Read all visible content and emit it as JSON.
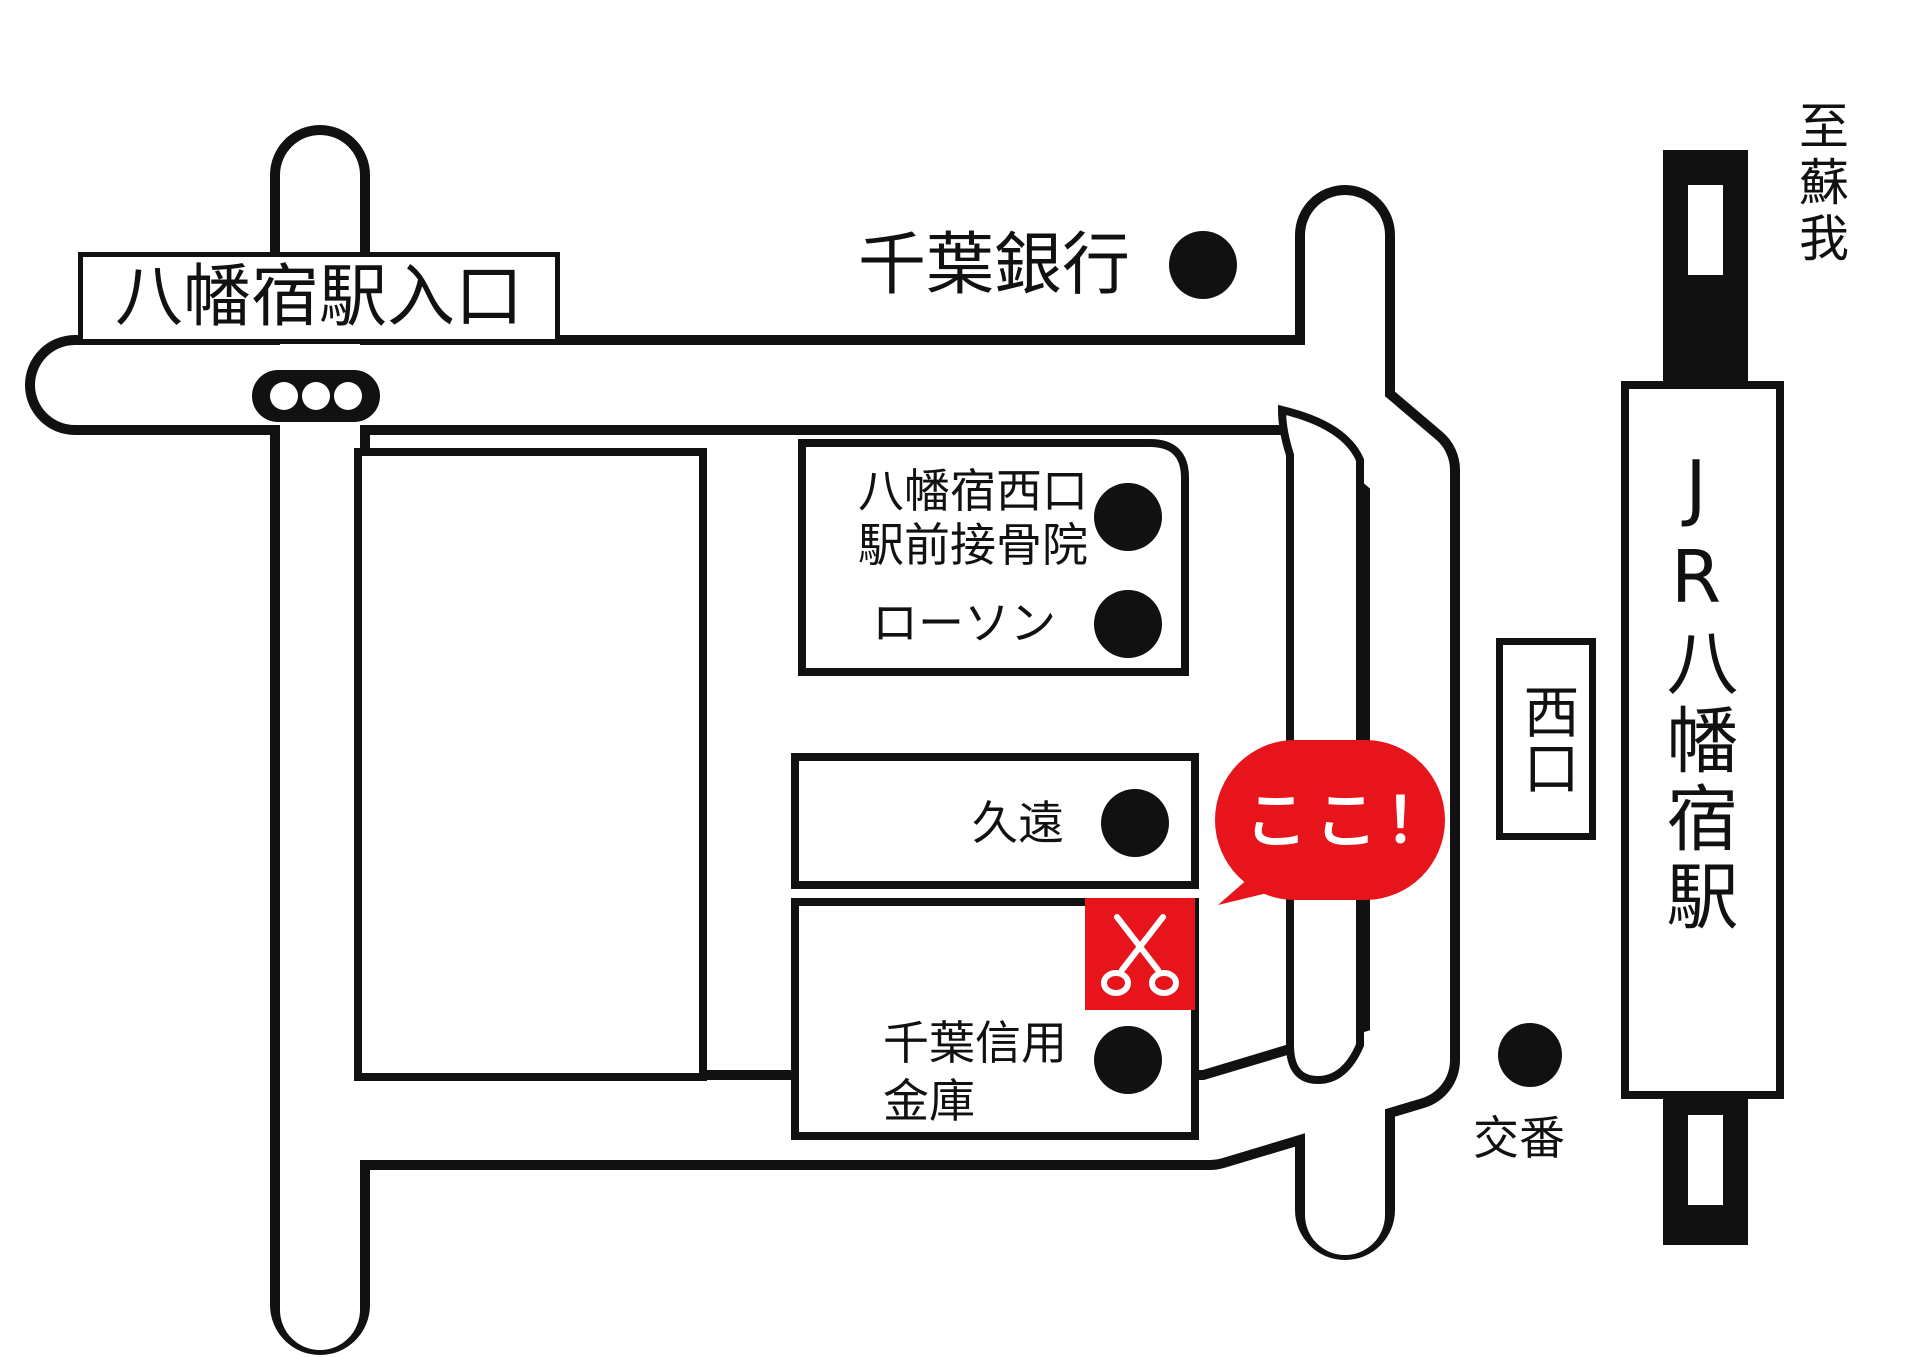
{
  "labels": {
    "entrance": "八幡宿駅入口",
    "chiba_bank": "千葉銀行",
    "seikotsuin_line1": "八幡宿西口",
    "seikotsuin_line2": "駅前接骨院",
    "lawson": "ローソン",
    "kuon": "久遠",
    "shinkin_line1": "千葉信用",
    "shinkin_line2": "金庫",
    "koban": "交番",
    "west_exit": "西口",
    "station": "JR八幡宿駅",
    "to_soga": "至蘇我",
    "here": "ここ！"
  },
  "colors": {
    "marker": "#e8141b",
    "ink": "#111111"
  },
  "icons": {
    "traffic_light": "traffic-signal-icon",
    "shop": "scissors-icon"
  }
}
